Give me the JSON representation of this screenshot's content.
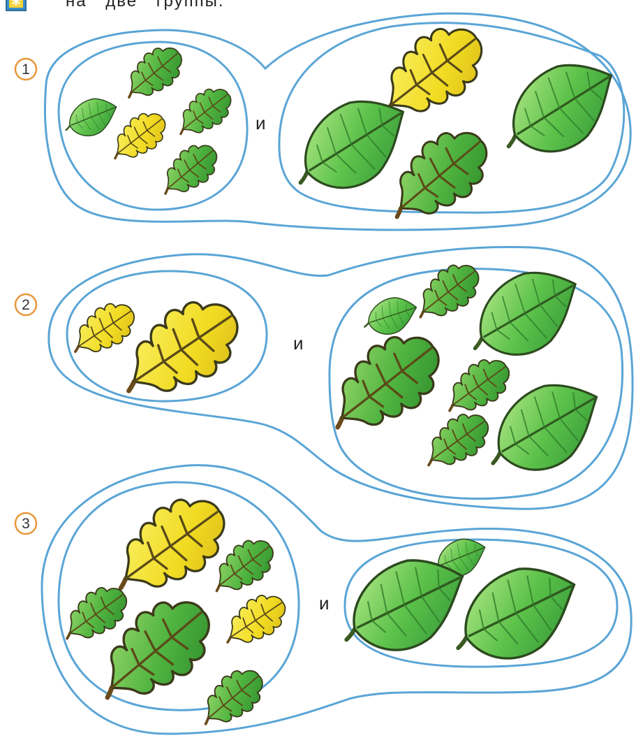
{
  "header": {
    "text": "на две группы."
  },
  "colors": {
    "outline": "#5aa5d6",
    "number_ring": "#e8973a",
    "leaf_yellow": "#f2dc2a",
    "leaf_green": "#4fb33f"
  },
  "exercises": [
    {
      "number": "1",
      "conjunction": "и",
      "left_group": [
        "green-birch-leaf",
        "green-oak-leaf",
        "yellow-oak-leaf",
        "green-oak-leaf",
        "green-oak-leaf"
      ],
      "right_group": [
        "yellow-oak-leaf",
        "green-birch-leaf",
        "green-birch-leaf",
        "green-oak-leaf"
      ]
    },
    {
      "number": "2",
      "conjunction": "и",
      "left_group": [
        "yellow-oak-leaf",
        "yellow-oak-leaf"
      ],
      "right_group": [
        "green-birch-leaf",
        "green-oak-leaf",
        "green-birch-leaf",
        "green-oak-leaf",
        "green-oak-leaf",
        "green-oak-leaf",
        "green-birch-leaf"
      ]
    },
    {
      "number": "3",
      "conjunction": "и",
      "left_group": [
        "yellow-oak-leaf",
        "green-oak-leaf",
        "green-oak-leaf",
        "green-oak-leaf",
        "yellow-oak-leaf",
        "green-oak-leaf"
      ],
      "right_group": [
        "green-birch-leaf",
        "green-birch-leaf",
        "green-birch-leaf"
      ]
    }
  ]
}
